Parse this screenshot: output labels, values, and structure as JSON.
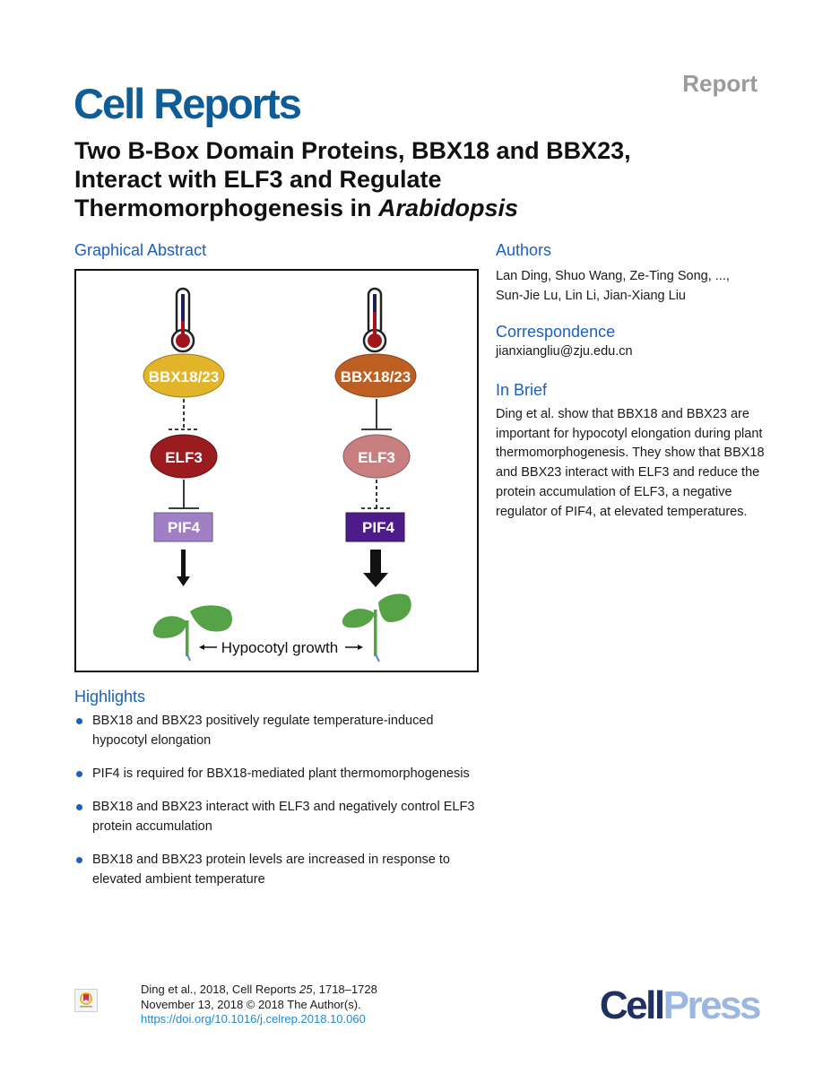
{
  "header": {
    "article_type": "Report",
    "journal": "Cell Reports",
    "title_line1": "Two B-Box Domain Proteins, BBX18 and BBX23,",
    "title_line2": "Interact with ELF3 and Regulate",
    "title_line3_prefix": "Thermomorphogenesis in ",
    "title_line3_italic": "Arabidopsis"
  },
  "graphical_abstract": {
    "heading": "Graphical Abstract",
    "left_pathway": {
      "condition_icon": "thermometer-icon-low",
      "bbx_label": "BBX18/23",
      "bbx_color": "#e2b42a",
      "bbx_to_elf3": "weak-inhibition-dashed",
      "elf3_label": "ELF3",
      "elf3_color": "#9a1c1f",
      "elf3_to_pif4": "strong-inhibition-solid",
      "pif4_label": "PIF4",
      "pif4_color": "#a07fc4",
      "arrow": "thin-arrow"
    },
    "right_pathway": {
      "condition_icon": "thermometer-icon-high",
      "bbx_label": "BBX18/23",
      "bbx_color": "#bd5f22",
      "bbx_to_elf3": "strong-inhibition-solid",
      "elf3_label": "ELF3",
      "elf3_color": "#c77f7f",
      "elf3_to_pif4": "weak-inhibition-dashed",
      "pif4_label": "PIF4",
      "pif4_color": "#4e1c8a",
      "arrow": "thick-arrow"
    },
    "growth_label": "Hypocotyl growth",
    "plant_color": "#56a247"
  },
  "authors": {
    "heading": "Authors",
    "line1": "Lan Ding, Shuo Wang, Ze-Ting Song, ...,",
    "line2": "Sun-Jie Lu, Lin Li, Jian-Xiang Liu"
  },
  "correspondence": {
    "heading": "Correspondence",
    "email": "jianxiangliu@zju.edu.cn"
  },
  "in_brief": {
    "heading": "In Brief",
    "text": "Ding et al. show that BBX18 and BBX23 are important for hypocotyl elongation during plant thermomorphogenesis. They show that BBX18 and BBX23 interact with ELF3 and reduce the protein accumulation of ELF3, a negative regulator of PIF4, at elevated temperatures."
  },
  "highlights": {
    "heading": "Highlights",
    "items": [
      "BBX18 and BBX23 positively regulate temperature-induced hypocotyl elongation",
      "PIF4 is required for BBX18-mediated plant thermomorphogenesis",
      "BBX18 and BBX23 interact with ELF3 and negatively control ELF3 protein accumulation",
      "BBX18 and BBX23 protein levels are increased in response to elevated ambient temperature"
    ]
  },
  "citation": {
    "line1_prefix": "Ding et al., 2018, Cell Reports ",
    "volume": "25",
    "pages": ", 1718–1728",
    "line2": "November 13, 2018 © 2018 The Author(s).",
    "doi": "https://doi.org/10.1016/j.celrep.2018.10.060",
    "badge_icon": "check-for-updates-icon"
  },
  "publisher": {
    "part1": "Cell",
    "part2": "Press"
  }
}
